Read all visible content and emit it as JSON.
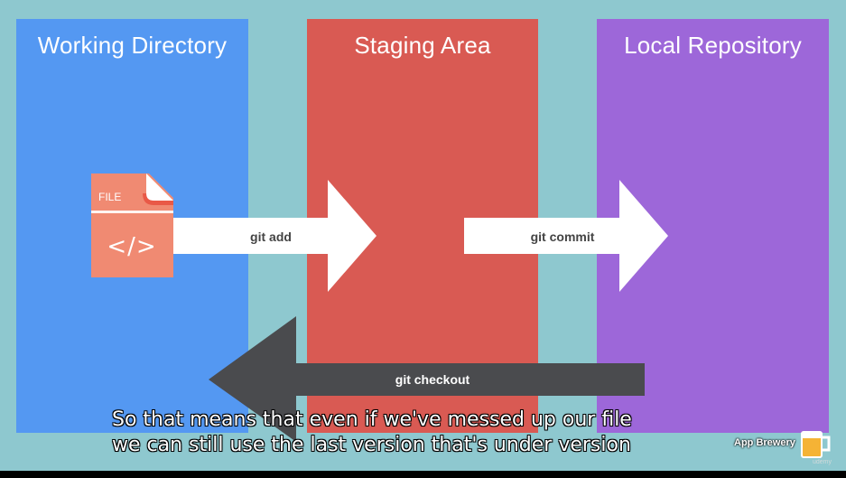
{
  "columns": {
    "working_directory": "Working Directory",
    "staging_area": "Staging Area",
    "local_repository": "Local Repository"
  },
  "file_icon": {
    "label": "FILE",
    "code_symbol": "</>"
  },
  "arrows": {
    "add": "git add",
    "commit": "git commit",
    "checkout": "git checkout"
  },
  "subtitles": {
    "line1": "So that means that even if we've messed up our file",
    "line2": "we can still use the last version that's under version"
  },
  "branding": {
    "name": "App Brewery",
    "watermark": "udemy"
  },
  "colors": {
    "background": "#8ec8cf",
    "working_directory": "#5498f2",
    "staging_area": "#d95a53",
    "local_repository": "#9d67d9",
    "file_icon": "#f08a72",
    "arrow_forward": "#ffffff",
    "arrow_back": "#4a4b4e"
  }
}
